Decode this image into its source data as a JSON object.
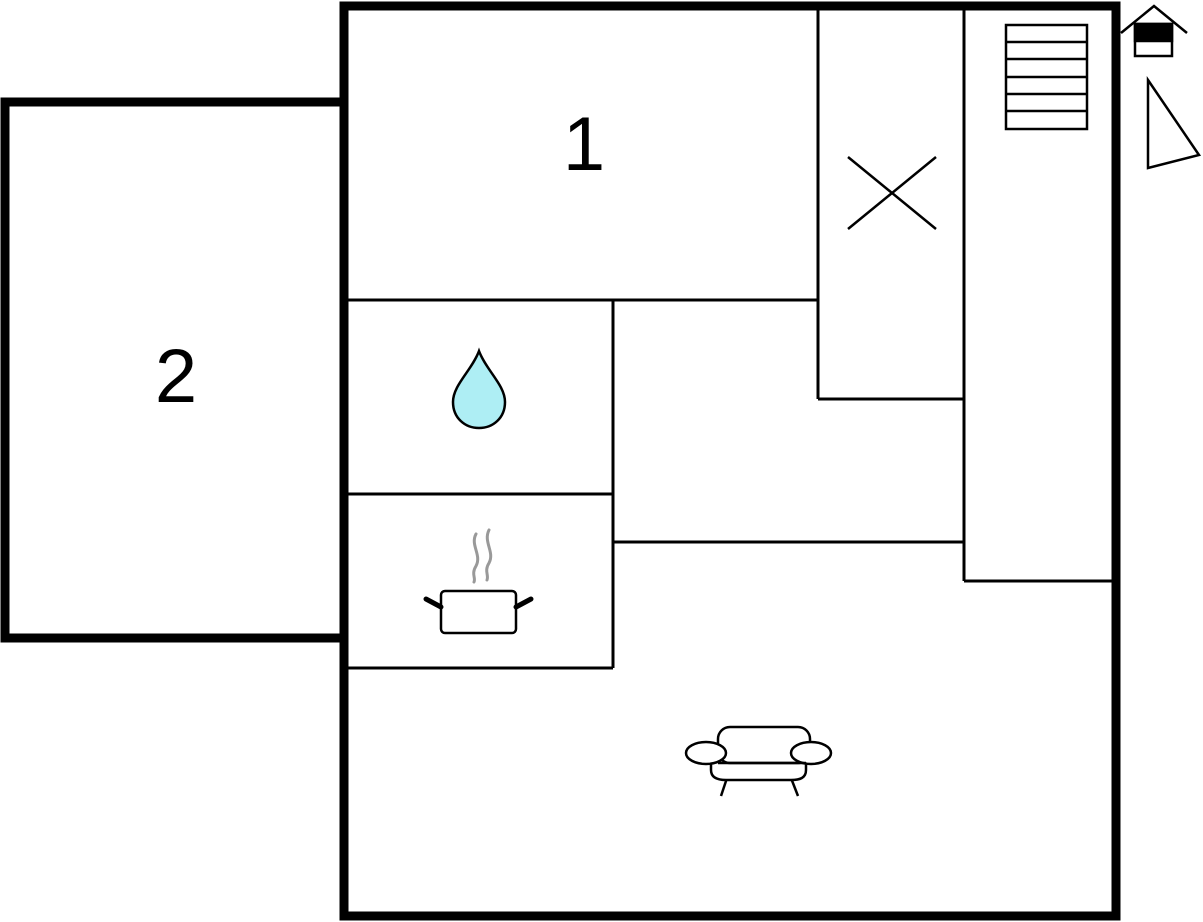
{
  "rooms": [
    {
      "label": "1",
      "type": "bedroom"
    },
    {
      "label": "2",
      "type": "bedroom"
    }
  ],
  "icons": {
    "bathroom": "water-drop-icon",
    "kitchen": "cooking-pot-icon",
    "living_room": "sofa-icon",
    "storage": "cross-mark-icon",
    "stairs": "stairs-icon",
    "house_entrance": "house-entrance-icon",
    "north": "north-arrow-icon"
  },
  "colors": {
    "wall": "#000000",
    "water": "#aeeef4",
    "steam": "#999999"
  }
}
